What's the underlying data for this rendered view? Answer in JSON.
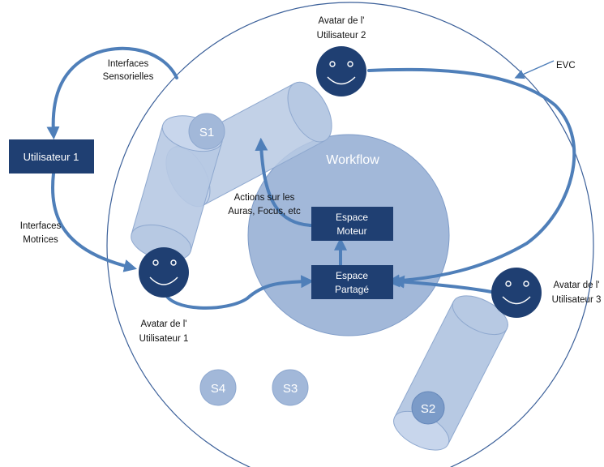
{
  "nodes": {
    "user1_box": "Utilisateur 1",
    "workflow": "Workflow",
    "espace_moteur": [
      "Espace",
      "Moteur"
    ],
    "espace_partage": [
      "Espace",
      "Partagé"
    ]
  },
  "avatars": {
    "user1": [
      "Avatar de l'",
      "Utilisateur 1"
    ],
    "user2": [
      "Avatar de l'",
      "Utilisateur 2"
    ],
    "user3": [
      "Avatar de l'",
      "Utilisateur 3"
    ]
  },
  "labels": {
    "interfaces_sensorielles": [
      "Interfaces",
      "Sensorielles"
    ],
    "interfaces_motrices": [
      "Interfaces",
      "Motrices"
    ],
    "actions": [
      "Actions sur les",
      "Auras, Focus, etc"
    ],
    "evc": "EVC"
  },
  "spaces": {
    "s1": "S1",
    "s2": "S2",
    "s3": "S3",
    "s4": "S4"
  },
  "colors": {
    "dark_navy": "#1f3f72",
    "connector": "#4f7fb9",
    "workflow_fill": "#a2b8d9",
    "cylinder_fill": "#afc3df",
    "circle_outline": "#3a5f99"
  }
}
